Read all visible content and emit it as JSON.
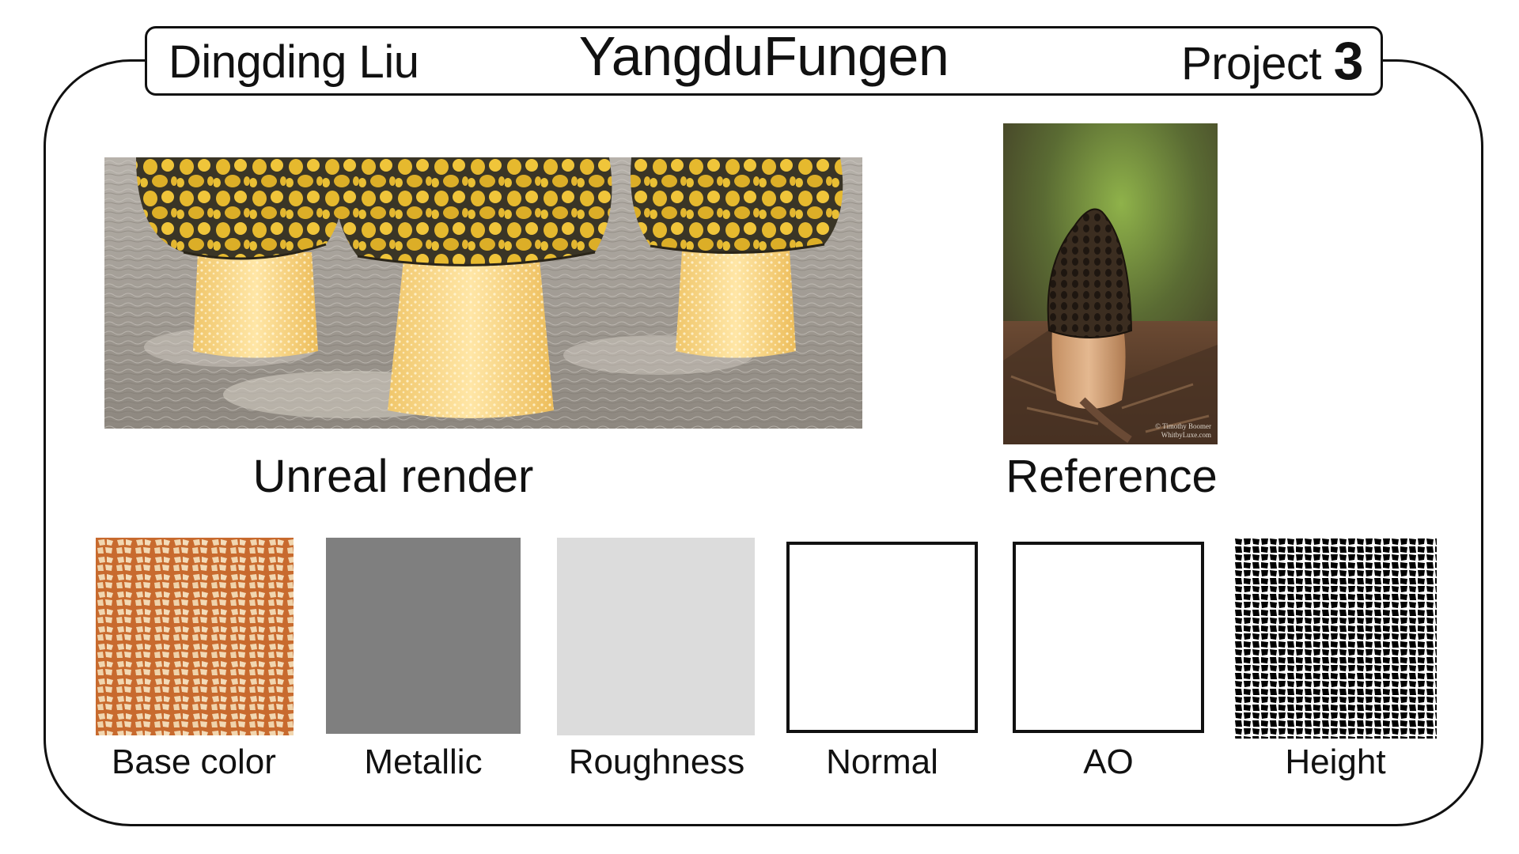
{
  "header": {
    "author": "Dingding Liu",
    "title": "YangduFungen",
    "project_label": "Project",
    "project_number": "3"
  },
  "render": {
    "caption": "Unreal render"
  },
  "reference": {
    "caption": "Reference",
    "copyright_line1": "© Timothy Boomer",
    "copyright_line2": "WhitbyLuxe.com"
  },
  "textures": [
    {
      "label": "Base color",
      "color": "#c86a2e"
    },
    {
      "label": "Metallic",
      "color": "#7f7f7f"
    },
    {
      "label": "Roughness",
      "color": "#dcdcdc"
    },
    {
      "label": "Normal",
      "color": "#ffffff"
    },
    {
      "label": "AO",
      "color": "#ffffff"
    },
    {
      "label": "Height",
      "color": "#000000"
    }
  ]
}
